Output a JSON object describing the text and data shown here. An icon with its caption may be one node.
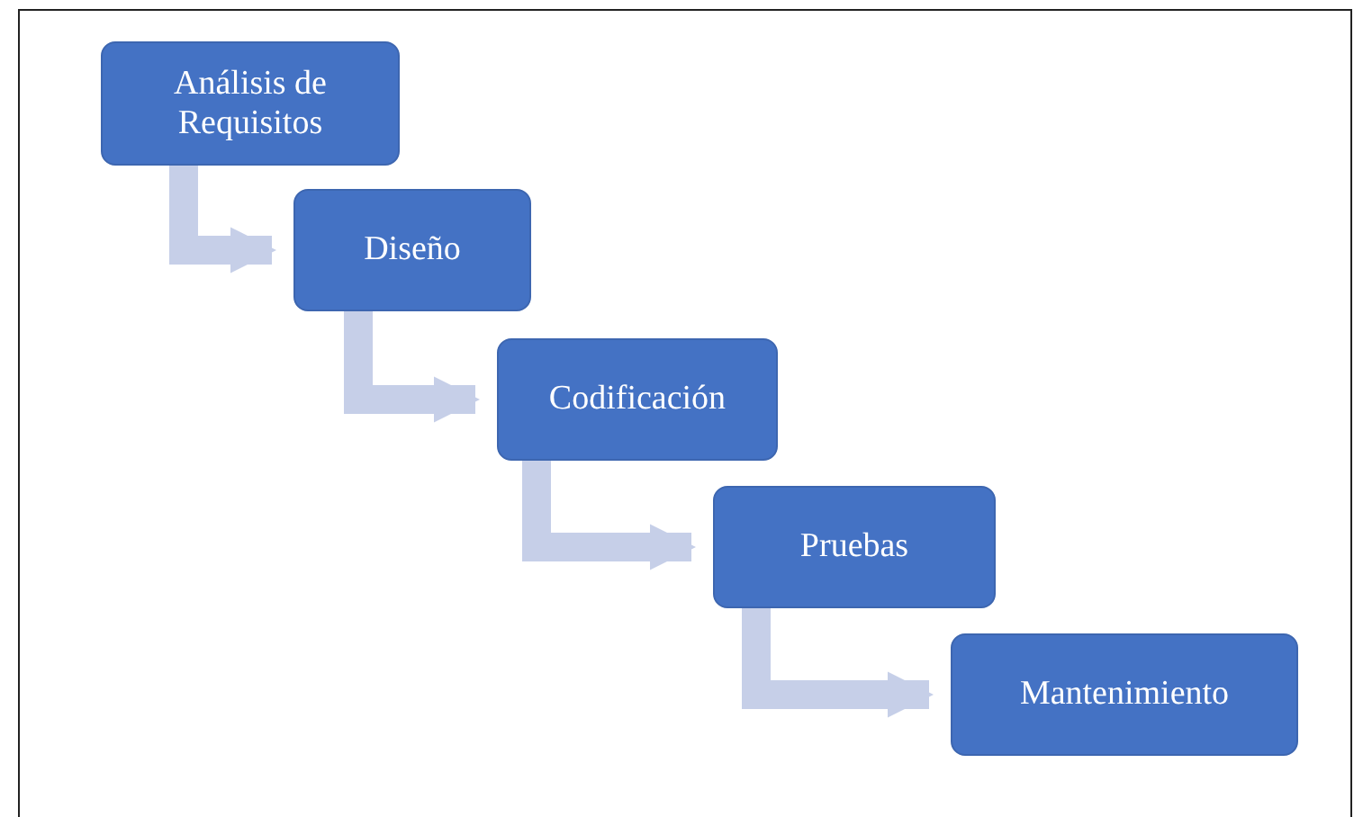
{
  "diagram": {
    "nodes": [
      {
        "text": [
          "Análisis de Requisitos"
        ]
      },
      {
        "text": [
          "Diseño"
        ]
      },
      {
        "text": [
          "Codificación"
        ]
      },
      {
        "text": [
          "Pruebas"
        ]
      },
      {
        "text": [
          "Mantenimiento"
        ]
      }
    ],
    "edges": [
      {
        "from": 0,
        "to": 1,
        "arrow": "to"
      },
      {
        "from": 1,
        "to": 2,
        "arrow": "to"
      },
      {
        "from": 2,
        "to": 3,
        "arrow": "to"
      },
      {
        "from": 3,
        "to": 4,
        "arrow": "to"
      }
    ]
  }
}
